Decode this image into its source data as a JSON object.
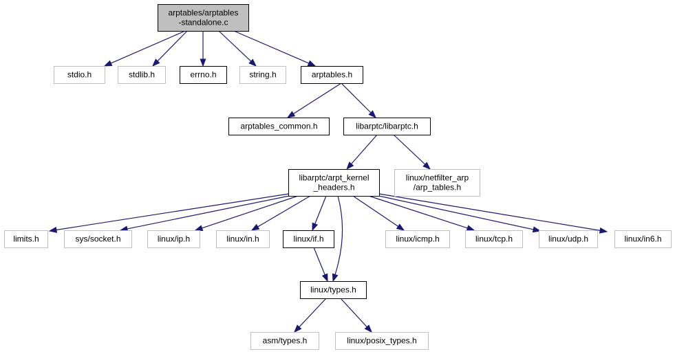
{
  "colors": {
    "edge": "#191970",
    "root_fill": "#bfbfbf",
    "documented_border": "#000000",
    "undocumented_border": "#bfbfbf",
    "background": "#ffffff"
  },
  "nodes": {
    "root": {
      "lines": [
        "arptables/arptables",
        "-standalone.c"
      ],
      "kind": "root"
    },
    "stdio": {
      "lines": [
        "stdio.h"
      ],
      "kind": "external"
    },
    "stdlib": {
      "lines": [
        "stdlib.h"
      ],
      "kind": "external"
    },
    "errno": {
      "lines": [
        "errno.h"
      ],
      "kind": "documented"
    },
    "string": {
      "lines": [
        "string.h"
      ],
      "kind": "external"
    },
    "arptables_h": {
      "lines": [
        "arptables.h"
      ],
      "kind": "documented"
    },
    "arptables_common": {
      "lines": [
        "arptables_common.h"
      ],
      "kind": "documented"
    },
    "libarptc": {
      "lines": [
        "libarptc/libarptc.h"
      ],
      "kind": "documented"
    },
    "arpt_kernel": {
      "lines": [
        "libarptc/arpt_kernel",
        "_headers.h"
      ],
      "kind": "documented"
    },
    "netfilter_arp": {
      "lines": [
        "linux/netfilter_arp",
        "/arp_tables.h"
      ],
      "kind": "external"
    },
    "limits": {
      "lines": [
        "limits.h"
      ],
      "kind": "external"
    },
    "sys_socket": {
      "lines": [
        "sys/socket.h"
      ],
      "kind": "external"
    },
    "linux_ip": {
      "lines": [
        "linux/ip.h"
      ],
      "kind": "external"
    },
    "linux_in": {
      "lines": [
        "linux/in.h"
      ],
      "kind": "external"
    },
    "linux_if": {
      "lines": [
        "linux/if.h"
      ],
      "kind": "documented"
    },
    "linux_icmp": {
      "lines": [
        "linux/icmp.h"
      ],
      "kind": "external"
    },
    "linux_tcp": {
      "lines": [
        "linux/tcp.h"
      ],
      "kind": "external"
    },
    "linux_udp": {
      "lines": [
        "linux/udp.h"
      ],
      "kind": "external"
    },
    "linux_in6": {
      "lines": [
        "linux/in6.h"
      ],
      "kind": "external"
    },
    "linux_types": {
      "lines": [
        "linux/types.h"
      ],
      "kind": "documented"
    },
    "asm_types": {
      "lines": [
        "asm/types.h"
      ],
      "kind": "external"
    },
    "posix_types": {
      "lines": [
        "linux/posix_types.h"
      ],
      "kind": "external"
    }
  },
  "edges": [
    [
      "root",
      "stdio"
    ],
    [
      "root",
      "stdlib"
    ],
    [
      "root",
      "errno"
    ],
    [
      "root",
      "string"
    ],
    [
      "root",
      "arptables_h"
    ],
    [
      "arptables_h",
      "arptables_common"
    ],
    [
      "arptables_h",
      "libarptc"
    ],
    [
      "libarptc",
      "arpt_kernel"
    ],
    [
      "libarptc",
      "netfilter_arp"
    ],
    [
      "arpt_kernel",
      "limits"
    ],
    [
      "arpt_kernel",
      "sys_socket"
    ],
    [
      "arpt_kernel",
      "linux_ip"
    ],
    [
      "arpt_kernel",
      "linux_in"
    ],
    [
      "arpt_kernel",
      "linux_if"
    ],
    [
      "arpt_kernel",
      "linux_types"
    ],
    [
      "arpt_kernel",
      "linux_icmp"
    ],
    [
      "arpt_kernel",
      "linux_tcp"
    ],
    [
      "arpt_kernel",
      "linux_udp"
    ],
    [
      "arpt_kernel",
      "linux_in6"
    ],
    [
      "linux_if",
      "linux_types"
    ],
    [
      "linux_types",
      "asm_types"
    ],
    [
      "linux_types",
      "posix_types"
    ]
  ]
}
